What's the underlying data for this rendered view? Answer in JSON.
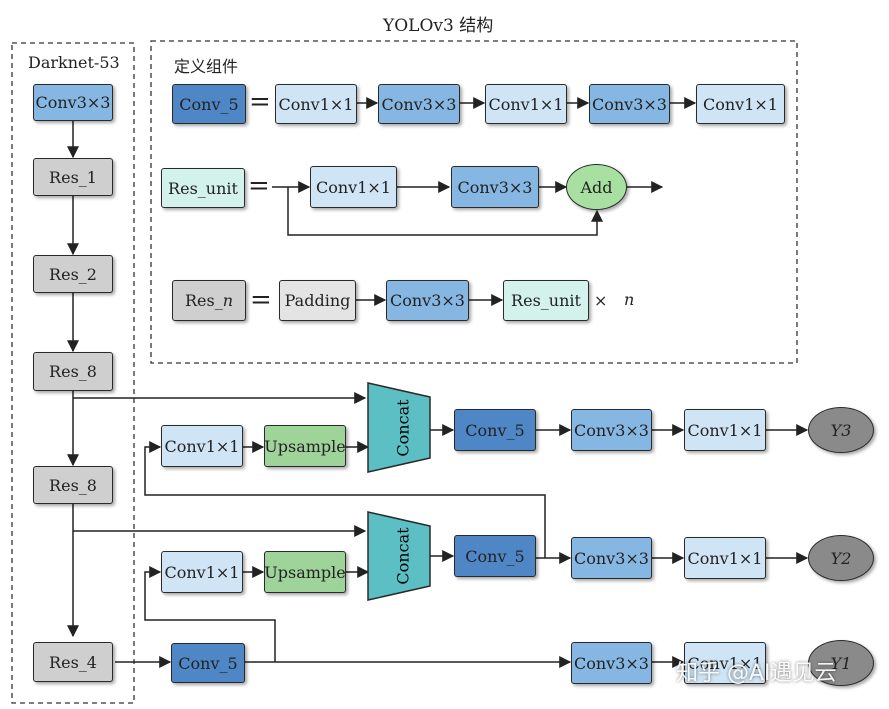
{
  "title": "YOLOv3 结构",
  "backbone": {
    "title": "Darknet-53",
    "blocks": [
      "Conv3×3",
      "Res_1",
      "Res_2",
      "Res_8",
      "Res_8",
      "Res_4"
    ]
  },
  "definitions": {
    "title": "定义组件",
    "conv5": {
      "name": "Conv_5",
      "equals": "=",
      "sequence": [
        "Conv1×1",
        "Conv3×3",
        "Conv1×1",
        "Conv3×3",
        "Conv1×1"
      ]
    },
    "res_unit": {
      "name": "Res_unit",
      "equals": "=",
      "sequence": [
        "Conv1×1",
        "Conv3×3"
      ],
      "add": "Add"
    },
    "res_n": {
      "name_prefix": "Res_",
      "name_var": "n",
      "equals": "=",
      "sequence": [
        "Padding",
        "Conv3×3",
        "Res_unit"
      ],
      "times": "×",
      "times_var": "n"
    }
  },
  "head_y3": {
    "concat": "Concat",
    "upsample_conv": "Conv1×1",
    "upsample": "Upsample",
    "conv5": "Conv_5",
    "conv3": "Conv3×3",
    "conv1": "Conv1×1",
    "output": "Y3"
  },
  "head_y2": {
    "concat": "Concat",
    "upsample_conv": "Conv1×1",
    "upsample": "Upsample",
    "conv5": "Conv_5",
    "conv3": "Conv3×3",
    "conv1": "Conv1×1",
    "output": "Y2"
  },
  "head_y1": {
    "conv5": "Conv_5",
    "conv3": "Conv3×3",
    "conv1": "Conv1×1",
    "output": "Y1"
  },
  "watermark": "知乎 @AI遇见云",
  "colors": {
    "light_blue": "#cfe4f5",
    "mid_blue": "#86b7e3",
    "dark_blue": "#4f86c6",
    "mint": "#d3f2ec",
    "green": "#9ed49a",
    "gray": "#cfcfcf",
    "concat": "#5bbfc4"
  }
}
